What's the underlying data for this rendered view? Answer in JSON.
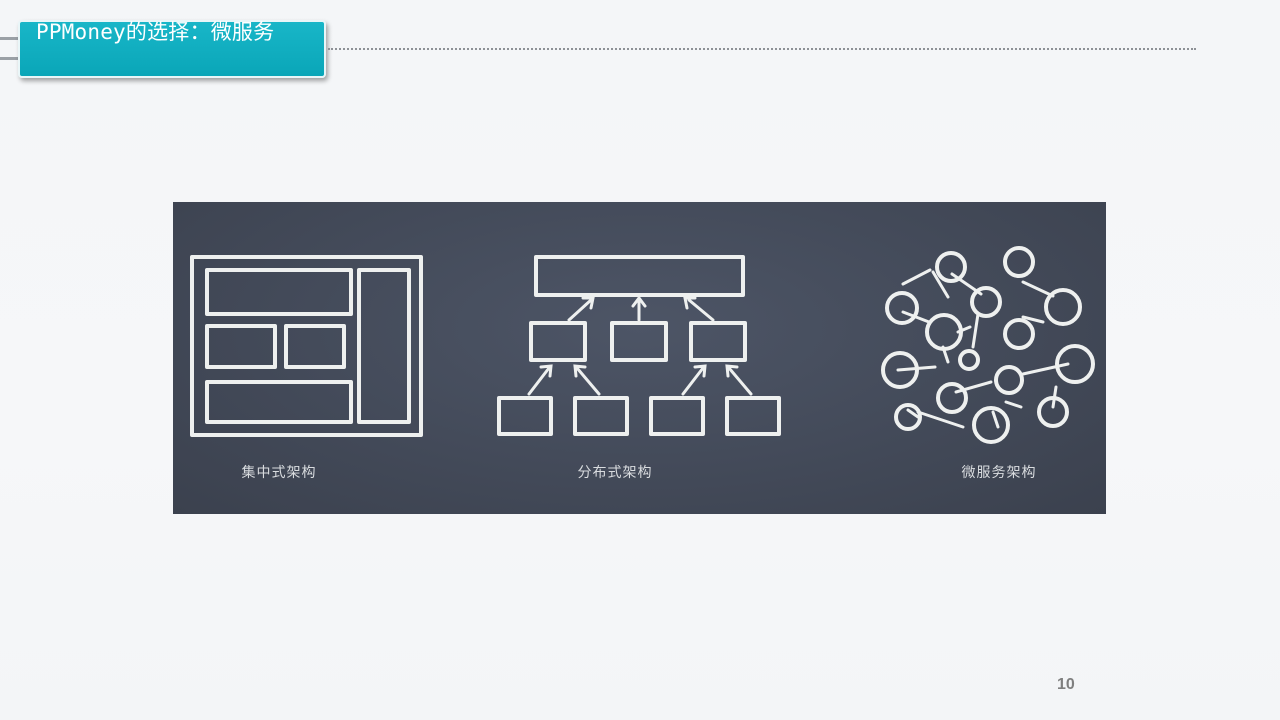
{
  "slide": {
    "title": "PPMoney的选择：微服务",
    "page_number": "10"
  },
  "figure": {
    "captions": {
      "centralized": "集中式架构",
      "distributed": "分布式架构",
      "microservices": "微服务架构"
    }
  },
  "colors": {
    "title_tab": "#0aa6b8",
    "chalkboard": "#454c5b",
    "chalk": "#eef0ef",
    "page_number": "#7f7f7f"
  }
}
